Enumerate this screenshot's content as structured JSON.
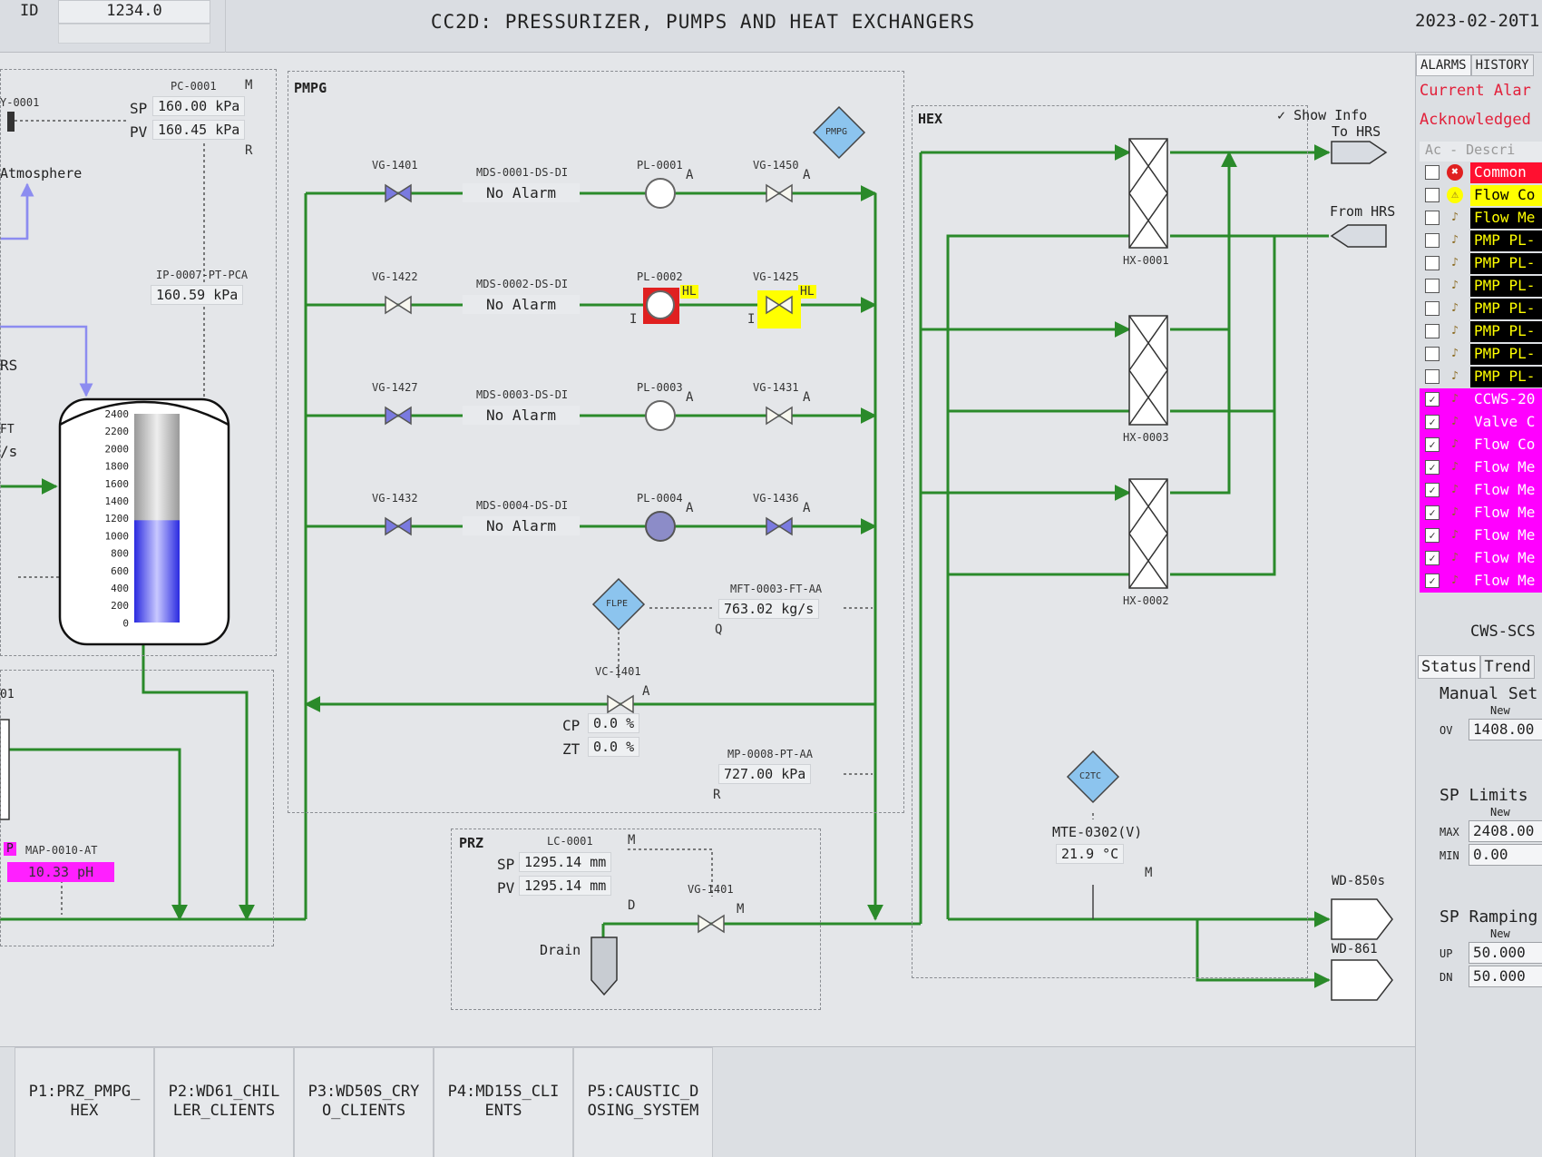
{
  "header": {
    "id_label": "ID",
    "id_value": "1234.0",
    "title": "CC2D: PRESSURIZER, PUMPS AND HEAT EXCHANGERS",
    "datetime": "2023-02-20T1"
  },
  "show_info": {
    "label": "Show Info",
    "checked": true
  },
  "left_section": {
    "pc_tag": "PC-0001",
    "pc_mode": "M",
    "sp_label": "SP",
    "sp_value": "160.00 kPa",
    "pv_label": "PV",
    "pv_value": "160.45 kPa",
    "pc_r": "R",
    "valve_tag": "Y-0001",
    "atmosphere": "Atmosphere",
    "pt_tag": "IP-0007-PT-PCA",
    "pt_value": "160.59 kPa",
    "rs_label": "RS",
    "ft_label": "FT",
    "ft_unit": "/s",
    "tank_scale": [
      "2400",
      "2200",
      "2000",
      "1800",
      "1600",
      "1400",
      "1200",
      "1000",
      "800",
      "600",
      "400",
      "200",
      "0"
    ],
    "tank_level_fraction": 0.49,
    "lower_tag": "01",
    "map_badge": "P",
    "map_tag": "MAP-0010-AT",
    "map_value": "10.33 pH"
  },
  "pmpg": {
    "title": "PMPG",
    "diamond": "PMPG",
    "rows": [
      {
        "valve1": "VG-1401",
        "mds": "MDS-0001-DS-DI",
        "alarm": "No Alarm",
        "pump": "PL-0001",
        "pump_mode": "A",
        "valve2": "VG-1450",
        "valve2_mode": "A"
      },
      {
        "valve1": "VG-1422",
        "mds": "MDS-0002-DS-DI",
        "alarm": "No Alarm",
        "pump": "PL-0002",
        "pump_flag": "HL",
        "pump_i": "I",
        "valve2": "VG-1425",
        "valve2_flag": "HL",
        "valve2_i": "I"
      },
      {
        "valve1": "VG-1427",
        "mds": "MDS-0003-DS-DI",
        "alarm": "No Alarm",
        "pump": "PL-0003",
        "pump_mode": "A",
        "valve2": "VG-1431",
        "valve2_mode": "A"
      },
      {
        "valve1": "VG-1432",
        "mds": "MDS-0004-DS-DI",
        "alarm": "No Alarm",
        "pump": "PL-0004",
        "pump_mode": "A",
        "valve2": "VG-1436",
        "valve2_mode": "A"
      }
    ],
    "flpe": "FLPE",
    "ft_tag": "MFT-0003-FT-AA",
    "ft_value": "763.02 kg/s",
    "ft_q": "Q",
    "vc_tag": "VC-1401",
    "vc_mode": "A",
    "cp_label": "CP",
    "cp_value": "0.0 %",
    "zt_label": "ZT",
    "zt_value": "0.0 %",
    "pt_tag": "MP-0008-PT-AA",
    "pt_value": "727.00 kPa",
    "pt_r": "R"
  },
  "prz": {
    "title": "PRZ",
    "lc_tag": "LC-0001",
    "lc_mode": "M",
    "sp_label": "SP",
    "sp_value": "1295.14 mm",
    "pv_label": "PV",
    "pv_value": "1295.14 mm",
    "lc_d": "D",
    "valve_tag": "VG-1401",
    "valve_mode": "M",
    "drain": "Drain"
  },
  "hex": {
    "title": "HEX",
    "to_hrs": "To HRS",
    "from_hrs": "From HRS",
    "hx": [
      "HX-0001",
      "HX-0003",
      "HX-0002"
    ],
    "c2tc": "C2TC",
    "mte_tag": "MTE-0302(V)",
    "mte_value": "21.9 °C",
    "mte_mode": "M",
    "wd850": "WD-850s",
    "wd861": "WD-861"
  },
  "right_panel": {
    "tabs": [
      "ALARMS",
      "HISTORY"
    ],
    "current": "Current Alar",
    "acknowledged": "Acknowledged",
    "header": "Ac - Descri",
    "alarms": [
      {
        "desc": "Common",
        "bg": "#ff1030",
        "fg": "#ffffff",
        "ack": false,
        "icon": "x-icon"
      },
      {
        "desc": "Flow Co",
        "bg": "#ffff00",
        "fg": "#000000",
        "ack": false,
        "icon": "warning-icon"
      },
      {
        "desc": "Flow Me",
        "bg": "#000000",
        "fg": "#ffff00",
        "ack": false,
        "icon": "bell-icon"
      },
      {
        "desc": "PMP PL-",
        "bg": "#000000",
        "fg": "#ffff00",
        "ack": false,
        "icon": "bell-icon"
      },
      {
        "desc": "PMP PL-",
        "bg": "#000000",
        "fg": "#ffff00",
        "ack": false,
        "icon": "bell-icon"
      },
      {
        "desc": "PMP PL-",
        "bg": "#000000",
        "fg": "#ffff00",
        "ack": false,
        "icon": "bell-icon"
      },
      {
        "desc": "PMP PL-",
        "bg": "#000000",
        "fg": "#ffff00",
        "ack": false,
        "icon": "bell-icon"
      },
      {
        "desc": "PMP PL-",
        "bg": "#000000",
        "fg": "#ffff00",
        "ack": false,
        "icon": "bell-icon"
      },
      {
        "desc": "PMP PL-",
        "bg": "#000000",
        "fg": "#ffff00",
        "ack": false,
        "icon": "bell-icon"
      },
      {
        "desc": "PMP PL-",
        "bg": "#000000",
        "fg": "#ffff00",
        "ack": false,
        "icon": "bell-icon"
      },
      {
        "desc": "CCWS-20",
        "bg": "#ff00ff",
        "fg": "#ffffff",
        "ack": true,
        "icon": "bell-icon"
      },
      {
        "desc": "Valve C",
        "bg": "#ff00ff",
        "fg": "#ffffff",
        "ack": true,
        "icon": "bell-icon"
      },
      {
        "desc": "Flow Co",
        "bg": "#ff00ff",
        "fg": "#ffffff",
        "ack": true,
        "icon": "bell-icon"
      },
      {
        "desc": "Flow Me",
        "bg": "#ff00ff",
        "fg": "#ffffff",
        "ack": true,
        "icon": "bell-icon"
      },
      {
        "desc": "Flow Me",
        "bg": "#ff00ff",
        "fg": "#ffffff",
        "ack": true,
        "icon": "bell-icon"
      },
      {
        "desc": "Flow Me",
        "bg": "#ff00ff",
        "fg": "#ffffff",
        "ack": true,
        "icon": "bell-icon"
      },
      {
        "desc": "Flow Me",
        "bg": "#ff00ff",
        "fg": "#ffffff",
        "ack": true,
        "icon": "bell-icon"
      },
      {
        "desc": "Flow Me",
        "bg": "#ff00ff",
        "fg": "#ffffff",
        "ack": true,
        "icon": "bell-icon"
      },
      {
        "desc": "Flow Me",
        "bg": "#ff00ff",
        "fg": "#ffffff",
        "ack": true,
        "icon": "bell-icon"
      }
    ],
    "cws": "CWS-SCS",
    "status_tabs": [
      "Status",
      "Trend"
    ],
    "manual": {
      "title": "Manual Set",
      "new": "New",
      "ov_label": "OV",
      "ov_value": "1408.00"
    },
    "limits": {
      "title": "SP Limits",
      "new": "New",
      "max_label": "MAX",
      "max_value": "2408.00",
      "min_label": "MIN",
      "min_value": "0.00"
    },
    "ramping": {
      "title": "SP Ramping",
      "new": "New",
      "up_label": "UP",
      "up_value": "50.000",
      "dn_label": "DN",
      "dn_value": "50.000"
    }
  },
  "nav": [
    "P1:PRZ_PMPG_\nHEX",
    "P2:WD61_CHIL\nLER_CLIENTS",
    "P3:WD50S_CRY\nO_CLIENTS",
    "P4:MD15S_CLI\nENTS",
    "P5:CAUSTIC_D\nOSING_SYSTEM"
  ],
  "colors": {
    "pipe": "#2a8a2a",
    "pipe_purple": "#8c8cf0",
    "alarm_red": "#e02020",
    "alarm_yellow": "#ffff00",
    "magenta": "#ff20ff"
  }
}
